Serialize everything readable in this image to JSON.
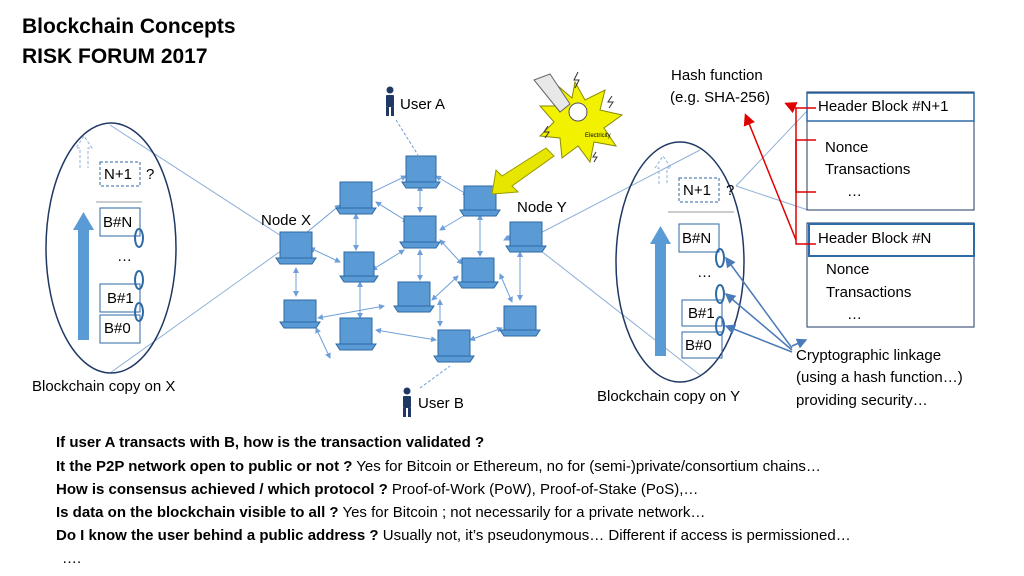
{
  "title": {
    "line1": "Blockchain Concepts",
    "line2": "RISK FORUM 2017"
  },
  "left_chain": {
    "next": "N+1",
    "q": "?",
    "bn": "B#N",
    "dots": "…",
    "b1": "B#1",
    "b0": "B#0",
    "caption": "Blockchain copy on X"
  },
  "right_chain": {
    "next": "N+1",
    "q": "?",
    "bn": "B#N",
    "dots": "…",
    "b1": "B#1",
    "b0": "B#0",
    "caption": "Blockchain copy on Y"
  },
  "network": {
    "user_a": "User A",
    "user_b": "User B",
    "node_x": "Node X",
    "node_y": "Node Y",
    "electricity": "Electricity"
  },
  "hash": {
    "line1": "Hash function",
    "line2": "(e.g. SHA-256)"
  },
  "block_top": {
    "header": "Header Block #N+1",
    "nonce": "Nonce",
    "tx": "Transactions",
    "dots": "…"
  },
  "block_bottom": {
    "header": "Header Block #N",
    "nonce": "Nonce",
    "tx": "Transactions",
    "dots": "…"
  },
  "linkage": {
    "line1": "Cryptographic linkage",
    "line2": "(using a hash function…)",
    "line3": "providing security…"
  },
  "questions": [
    {
      "q": "If  user A transacts with B, how is the transaction validated ?",
      "a": ""
    },
    {
      "q": "It the P2P network open to public or not ?",
      "a": " Yes for Bitcoin or Ethereum, no for (semi-)private/consortium chains…"
    },
    {
      "q": "How is consensus achieved / which protocol ?",
      "a": " Proof-of-Work (PoW), Proof-of-Stake (PoS),…"
    },
    {
      "q": "Is data on the blockchain visible to all ?",
      "a": " Yes for Bitcoin ; not necessarily for a private network…"
    },
    {
      "q": "Do I know the user behind a public address ?",
      "a": " Usually not, it’s pseudonymous… Different if access is permissioned…"
    },
    {
      "q": "",
      "a": "…."
    }
  ],
  "colors": {
    "node_fill": "#5b9bd5",
    "node_stroke": "#2e6aa6",
    "line": "#6f9fd8",
    "arrow": "#e00000",
    "bolt": "#e8e800"
  }
}
